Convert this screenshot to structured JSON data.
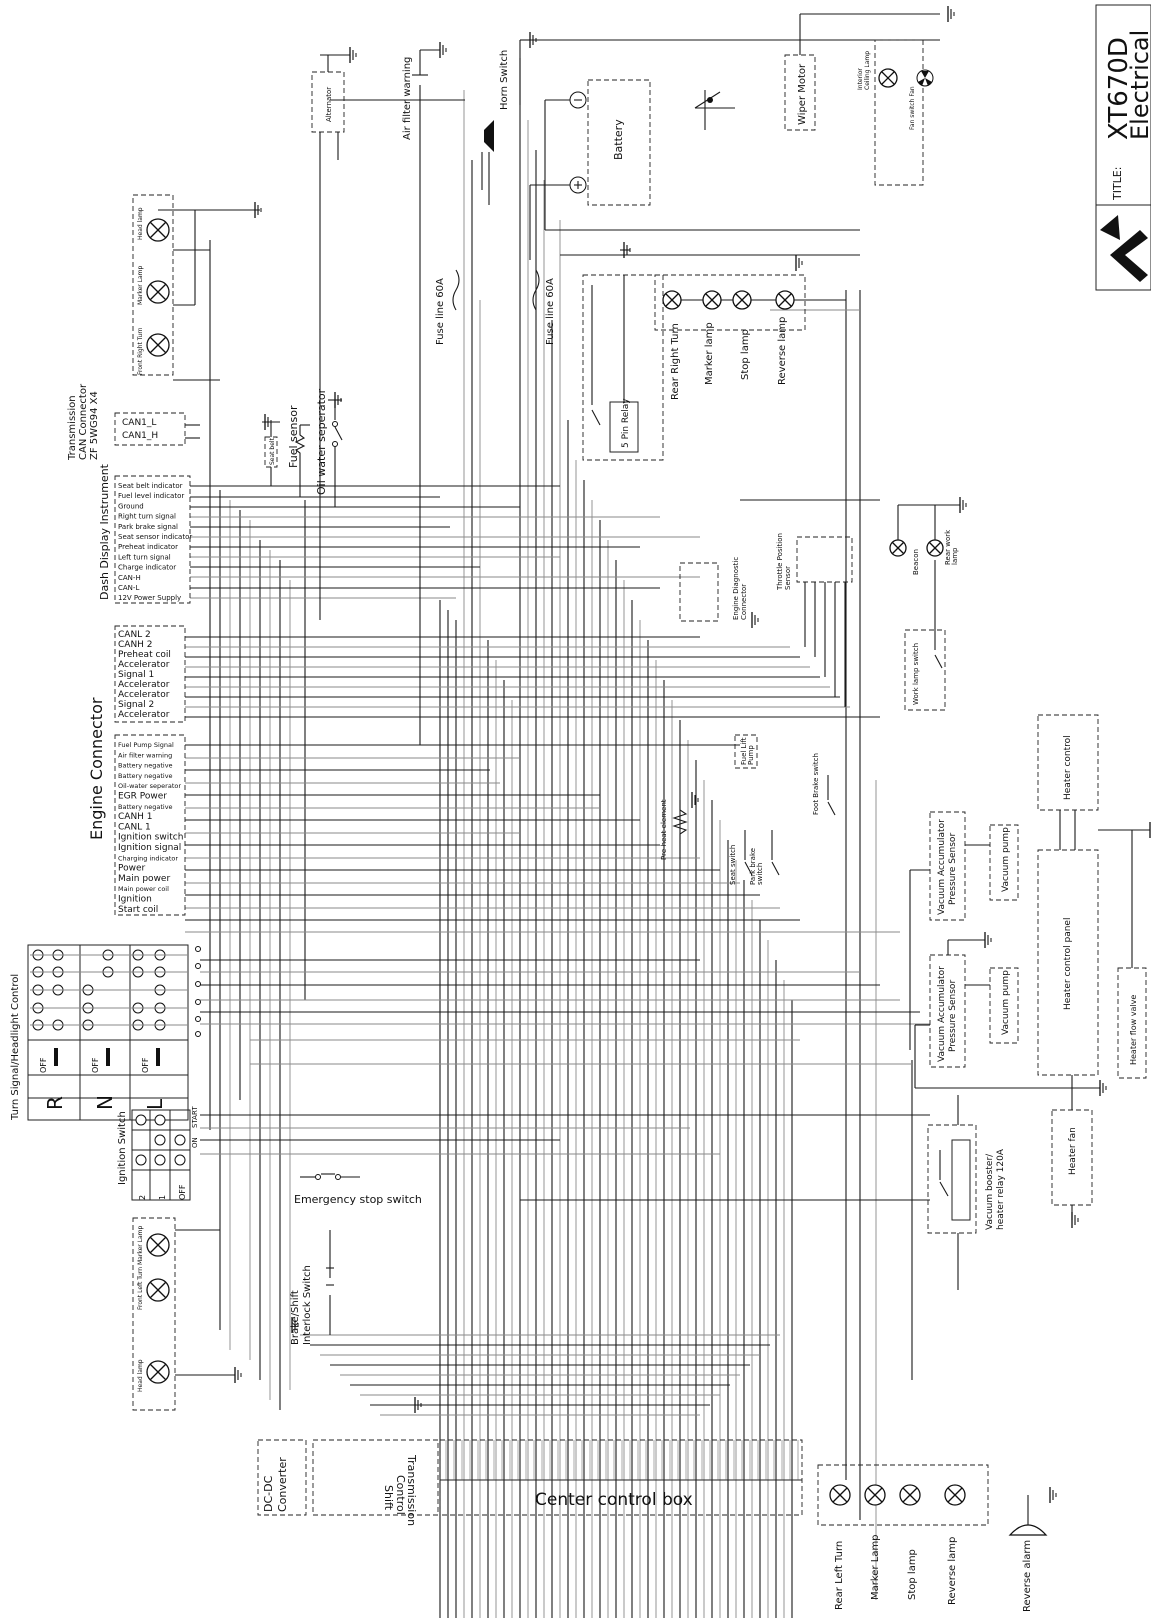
{
  "title": {
    "label": "TITLE:",
    "model": "XT670D",
    "subtitle": "Electrical"
  },
  "labels": {
    "transmission_can": [
      "Transmission",
      "CAN Connector",
      "ZF 5WG94 X4"
    ],
    "can1": [
      "CAN1_L",
      "CAN1_H"
    ],
    "dash_display": "Dash Display Instrument",
    "dash_pins": [
      "Seat belt indicator",
      "Fuel level indicator",
      "Ground",
      "Right turn signal",
      "Park brake signal",
      "Seat sensor indicator",
      "Preheat indicator",
      "Left turn signal",
      "Charge indicator",
      "CAN-H",
      "CAN-L",
      "12V Power Supply"
    ],
    "engine_connector": "Engine Connector",
    "engine_pins_a": [
      "CANL 2",
      "CANH 2",
      "Preheat coil",
      "Accelerator",
      "Signal 1",
      "Accelerator",
      "Accelerator",
      "Signal 2",
      "Accelerator"
    ],
    "engine_pins_b": [
      "Fuel Pump Signal",
      "Air filter warning",
      "Battery negative",
      "Battery negative",
      "Oil-water seperator",
      "EGR Power",
      "Battery negative",
      "CANH 1",
      "CANL 1",
      "Ignition switch",
      "Ignition signal",
      "Charging indicator",
      "Power",
      "Main power",
      "Main power coil",
      "Ignition",
      "Start coil"
    ],
    "turn_signal_control": "Turn Signal/Headlight Control",
    "rnl": [
      "R",
      "N",
      "L"
    ],
    "off": "OFF",
    "ignition_switch": "Ignition Switch",
    "ignition_cols": [
      "ON",
      "START"
    ],
    "ignition_rows": [
      "2",
      "1",
      "OFF"
    ],
    "emergency_stop": "Emergency stop switch",
    "brake_shift": [
      "Brake/Shift",
      "Interlock Switch"
    ],
    "front_right": [
      "Head lamp",
      "Marker Lamp",
      "Front Right Turn"
    ],
    "front_left": [
      "Marker Lamp",
      "Front Left Turn",
      "Head lamp"
    ],
    "seat_belt": "Seat belt",
    "fuel_sensor": "Fuel sensor",
    "oil_water": "Oil water seperator",
    "alternator": "Alternator",
    "air_filter": "Air filter warning",
    "horn_switch": "Horn Switch",
    "battery": "Battery",
    "fuse1": "Fuse line 60A",
    "fuse2": "Fuse line 60A",
    "relay": "5 Pin Relay",
    "wiper": "Wiper Motor",
    "interior_lamp": [
      "Interior",
      "Ceiling Lamp"
    ],
    "fan_switch": "Fan switch Fan",
    "rear_right": [
      "Rear Right Turn",
      "Marker lamp",
      "Stop lamp",
      "Reverse lamp"
    ],
    "engine_diag": [
      "Engine Diagnostic",
      "Connector"
    ],
    "throttle": [
      "Throttle Position",
      "Sensor"
    ],
    "beacon": "Beacon",
    "rear_work": [
      "Rear work",
      "lamp"
    ],
    "work_lamp_switch": "Work lamp switch",
    "fuel_lift": [
      "Fuel Lift",
      "Pump"
    ],
    "preheat_element": "Pre-heat element",
    "seat_switch": "Seat switch",
    "park_brake_switch": [
      "Park brake",
      "switch"
    ],
    "foot_brake": "Foot Brake switch",
    "vacuum_acc": [
      "Vacuum Accumulator",
      "Pressure Sensor"
    ],
    "vacuum_pump": "Vacuum pump",
    "heater_control": "Heater control",
    "heater_panel": "Heater control panel",
    "heater_valve": "Heater flow valve",
    "heater_fan": "Heater fan",
    "vacuum_booster": [
      "Vacuum booster/",
      "heater relay 120A"
    ],
    "dcdc": [
      "DC-DC",
      "Converter"
    ],
    "trans_shift": [
      "Transmission",
      "Control",
      "Shift"
    ],
    "center_box": "Center control box",
    "rear_left": [
      "Rear Left Turn",
      "Marker Lamp",
      "Stop lamp",
      "Reverse lamp"
    ],
    "reverse_alarm": "Reverse alarm"
  }
}
